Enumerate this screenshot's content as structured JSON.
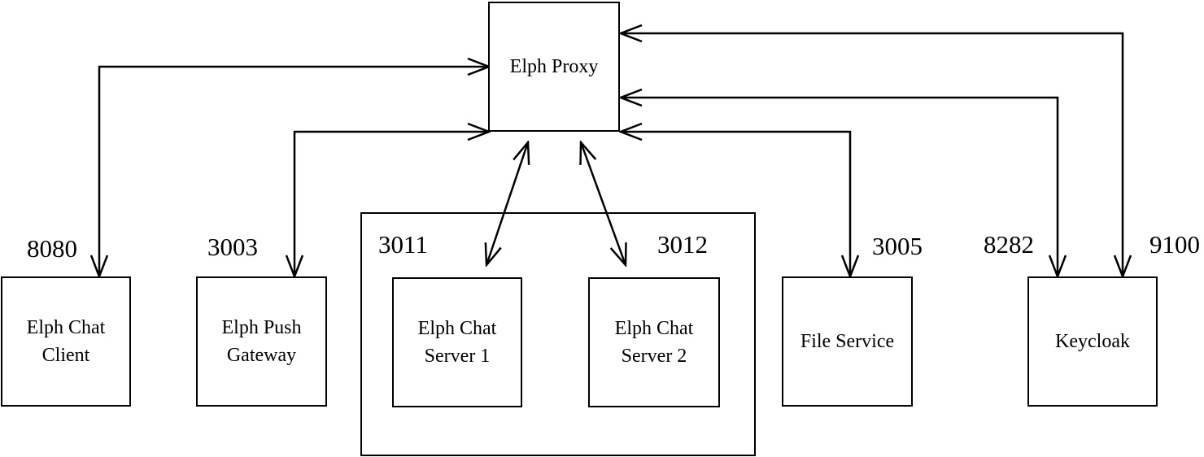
{
  "colors": {
    "background": "#ffffff",
    "line": "#000000",
    "text": "#000000"
  },
  "nodes": {
    "proxy": {
      "label": "Elph Proxy"
    },
    "client": {
      "label": "Elph Chat\nClient",
      "port": "8080"
    },
    "gateway": {
      "label": "Elph Push\nGateway",
      "port": "3003"
    },
    "server1": {
      "label": "Elph Chat\nServer 1",
      "port": "3011"
    },
    "server2": {
      "label": "Elph Chat\nServer 2",
      "port": "3012"
    },
    "file_service": {
      "label": "File Service",
      "port": "3005"
    },
    "keycloak": {
      "label": "Keycloak",
      "port_left": "8282",
      "port_right": "9100"
    }
  },
  "cluster": {
    "contains": [
      "Elph Chat Server 1",
      "Elph Chat Server 2"
    ]
  },
  "edges": [
    {
      "from": "Elph Chat Client",
      "to": "Elph Proxy",
      "arrows": "both",
      "port": "8080"
    },
    {
      "from": "Elph Push Gateway",
      "to": "Elph Proxy",
      "arrows": "both",
      "port": "3003"
    },
    {
      "from": "Elph Chat Server 1",
      "to": "Elph Proxy",
      "arrows": "both",
      "port": "3011"
    },
    {
      "from": "Elph Chat Server 2",
      "to": "Elph Proxy",
      "arrows": "both",
      "port": "3012"
    },
    {
      "from": "File Service",
      "to": "Elph Proxy",
      "arrows": "both",
      "port": "3005"
    },
    {
      "from": "Keycloak",
      "to": "Elph Proxy",
      "arrows": "both",
      "port": "8282"
    },
    {
      "from": "Keycloak",
      "to": "Elph Proxy",
      "arrows": "both",
      "port": "9100"
    }
  ]
}
